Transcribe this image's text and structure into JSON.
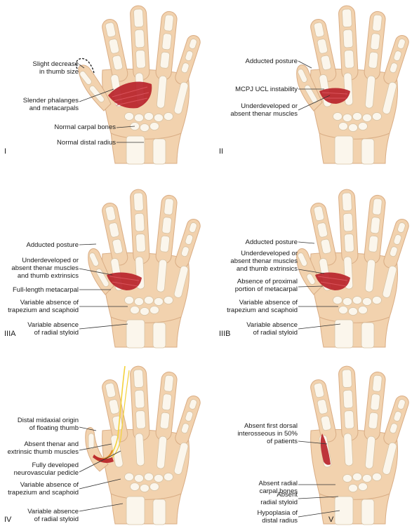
{
  "panels": [
    {
      "id": "I",
      "roman": "I",
      "labels": [
        "Slight decrease\nin thumb size",
        "Slender phalanges\nand metacarpals",
        "Normal carpal bones",
        "Normal distal radius"
      ]
    },
    {
      "id": "II",
      "roman": "II",
      "labels": [
        "Adducted posture",
        "MCPJ UCL instability",
        "Underdeveloped or\nabsent thenar muscles"
      ]
    },
    {
      "id": "IIIA",
      "roman": "IIIA",
      "labels": [
        "Adducted posture",
        "Underdeveloped or\nabsent thenar muscles\nand thumb extrinsics",
        "Full-length metacarpal",
        "Variable absence of\ntrapezium and scaphoid",
        "Variable absence\nof radial styloid"
      ]
    },
    {
      "id": "IIIB",
      "roman": "IIIB",
      "labels": [
        "Adducted posture",
        "Underdeveloped or\nabsent thenar muscles\nand thumb extrinsics",
        "Absence of proximal\nportion of metacarpal",
        "Variable absence of\ntrapezium and scaphoid",
        "Variable absence\nof radial styloid"
      ]
    },
    {
      "id": "IV",
      "roman": "IV",
      "labels": [
        "Distal midaxial origin\nof floating thumb",
        "Absent thenar and\nextrinsic thumb muscles",
        "Fully developed\nneurovascular pedicle",
        "Variable absence of\ntrapezium and scaphoid",
        "Variable absence\nof radial styloid"
      ]
    },
    {
      "id": "V",
      "roman": "V",
      "labels": [
        "Absent first dorsal\ninterosseous in 50%\nof patients",
        "Absent radial\ncarpal bones",
        "Absent\nradial styloid",
        "Hypoplasia of\ndistal radius"
      ]
    }
  ],
  "colors": {
    "skin": "#f2d2ae",
    "skin_edge": "#d9ad85",
    "bone": "#fbf6ec",
    "bone_edge": "#d8c3a4",
    "muscle": "#b8232a",
    "muscle_light": "#d9525a",
    "nerve": "#f3d23b",
    "vessel": "#e08a2a",
    "leader": "#333333"
  }
}
